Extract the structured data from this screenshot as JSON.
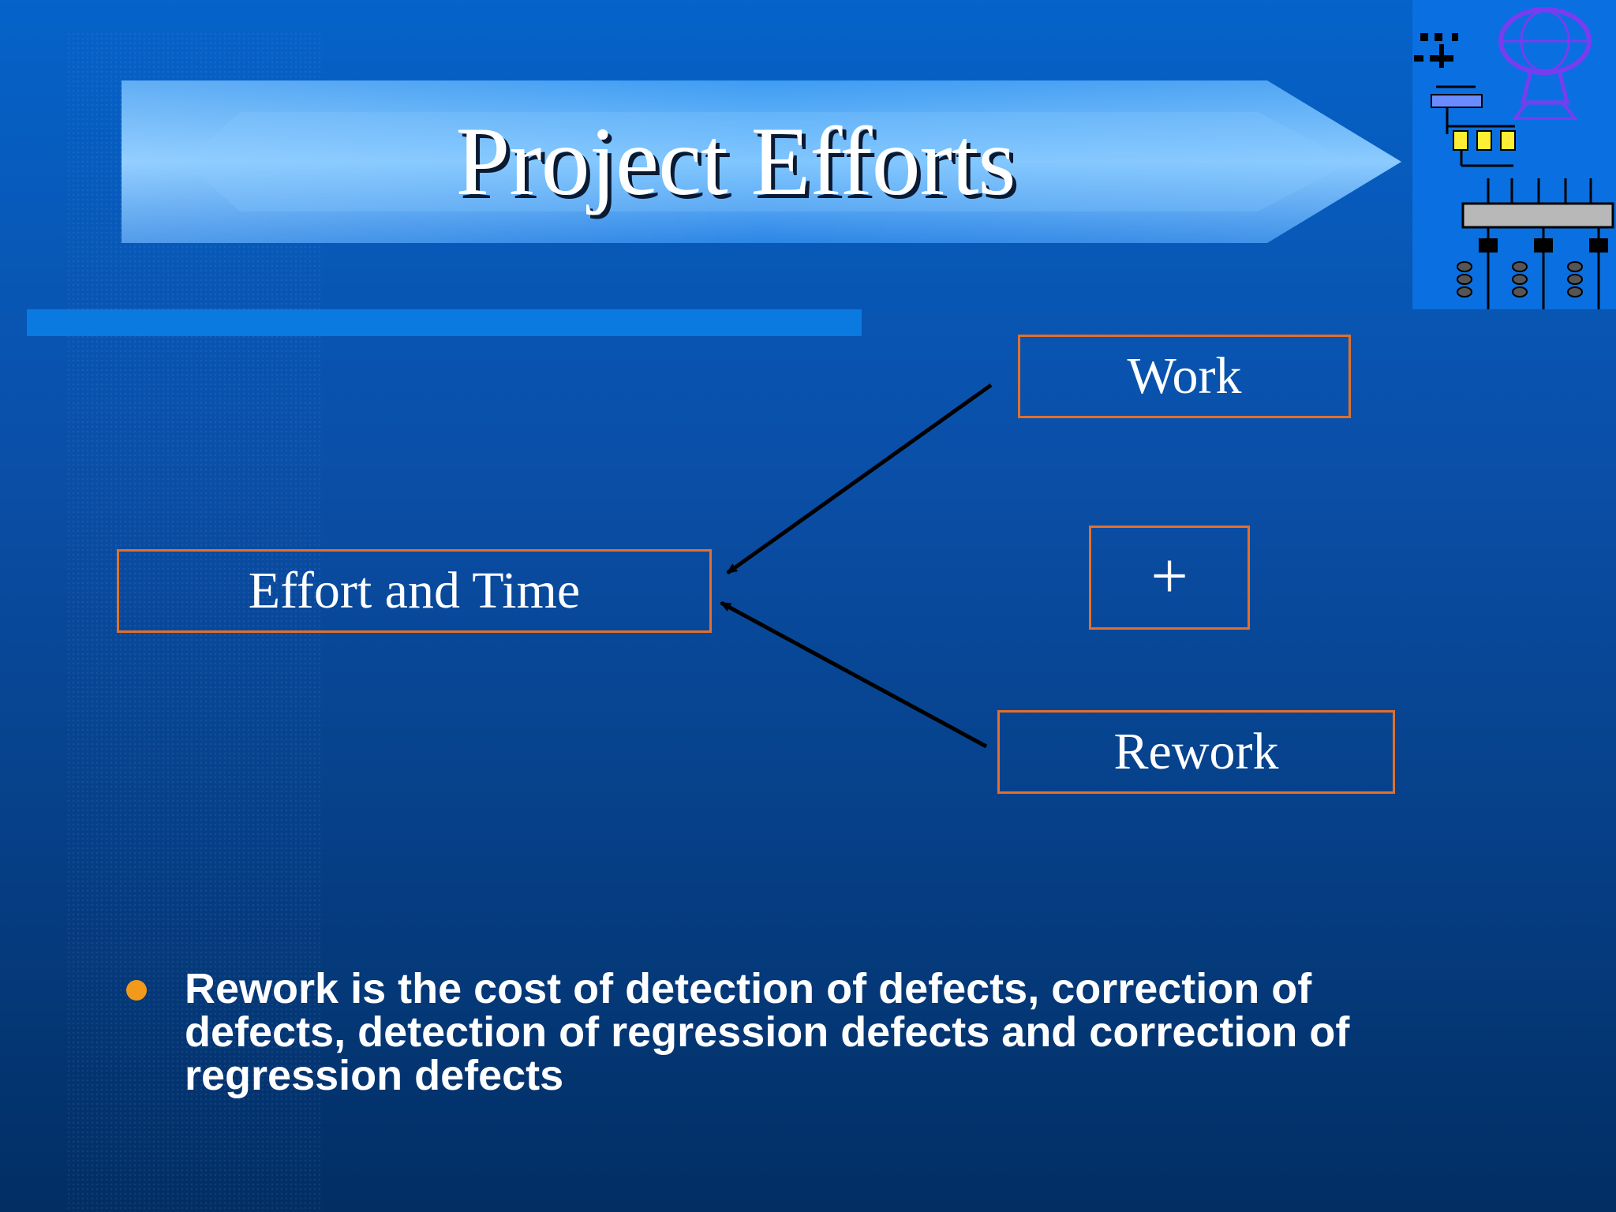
{
  "slide": {
    "title": "Project Efforts"
  },
  "diagram": {
    "nodes": {
      "work": "Work",
      "operator": "+",
      "rework": "Rework",
      "result": "Effort and Time"
    },
    "edges": [
      {
        "from": "work",
        "to": "result"
      },
      {
        "from": "rework",
        "to": "result"
      }
    ],
    "box_border_color": "#e2702a",
    "arrow_color": "#000000"
  },
  "bullets": [
    "Rework is the cost of detection of defects, correction of defects, detection of regression defects and correction of regression defects"
  ],
  "colors": {
    "background_top": "#0563c9",
    "background_bottom": "#022e63",
    "bullet_dot": "#f39a1a",
    "banner": "#4da6ff"
  },
  "logo": {
    "icon": "network-dish-icon"
  }
}
